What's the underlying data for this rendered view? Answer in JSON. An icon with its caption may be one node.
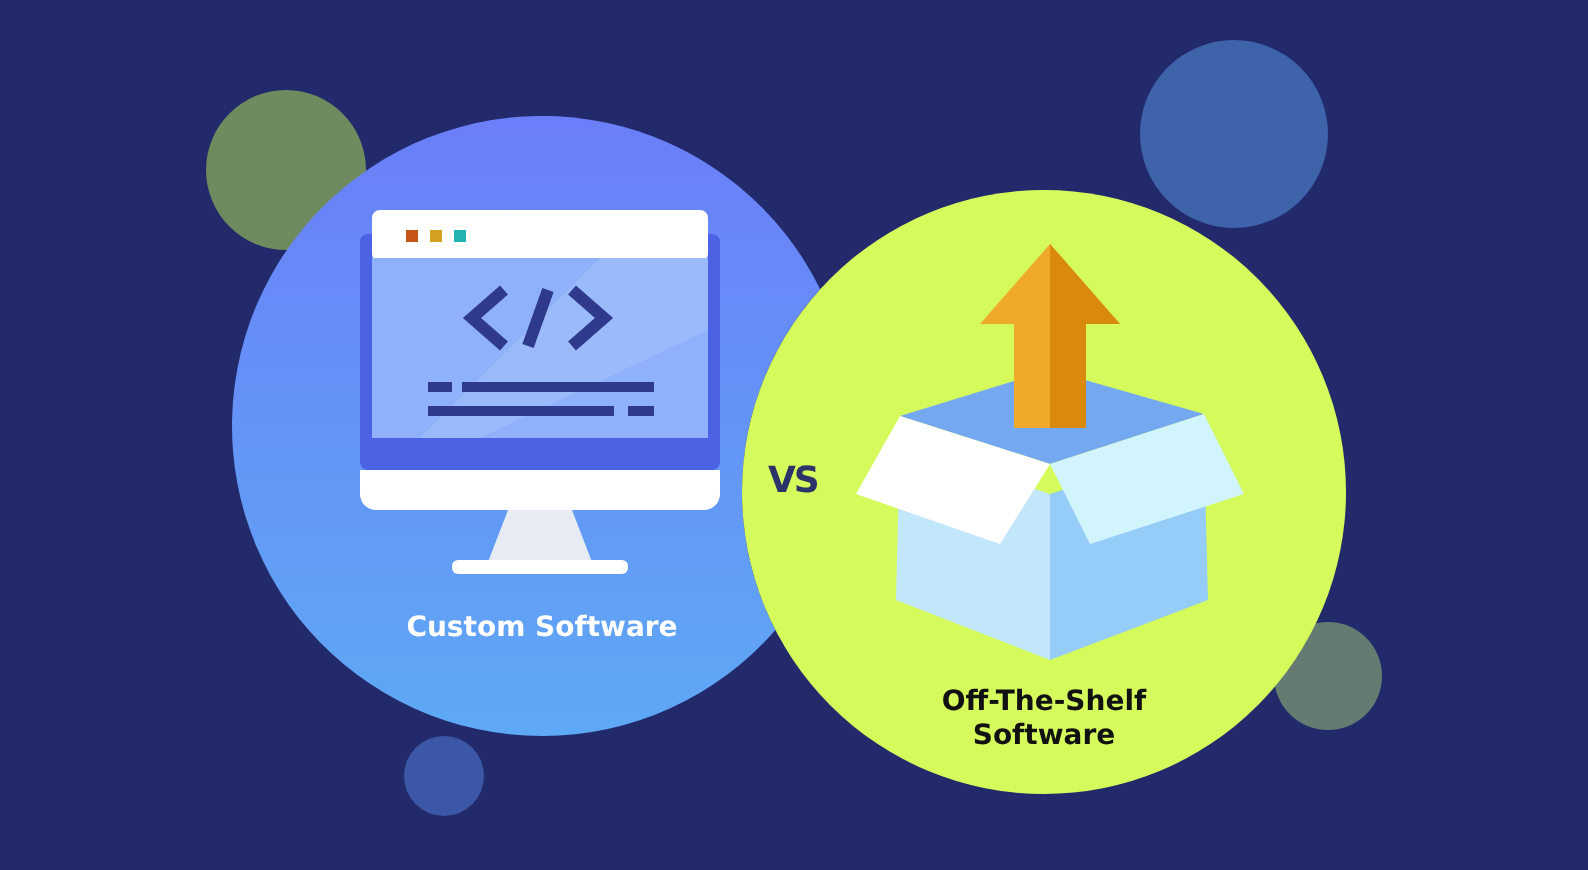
{
  "diagram": {
    "nodes": [
      {
        "text": [
          "Custom Software"
        ]
      },
      {
        "text": [
          "Off-The-Shelf Software"
        ]
      }
    ],
    "labels": [
      "VS"
    ]
  }
}
